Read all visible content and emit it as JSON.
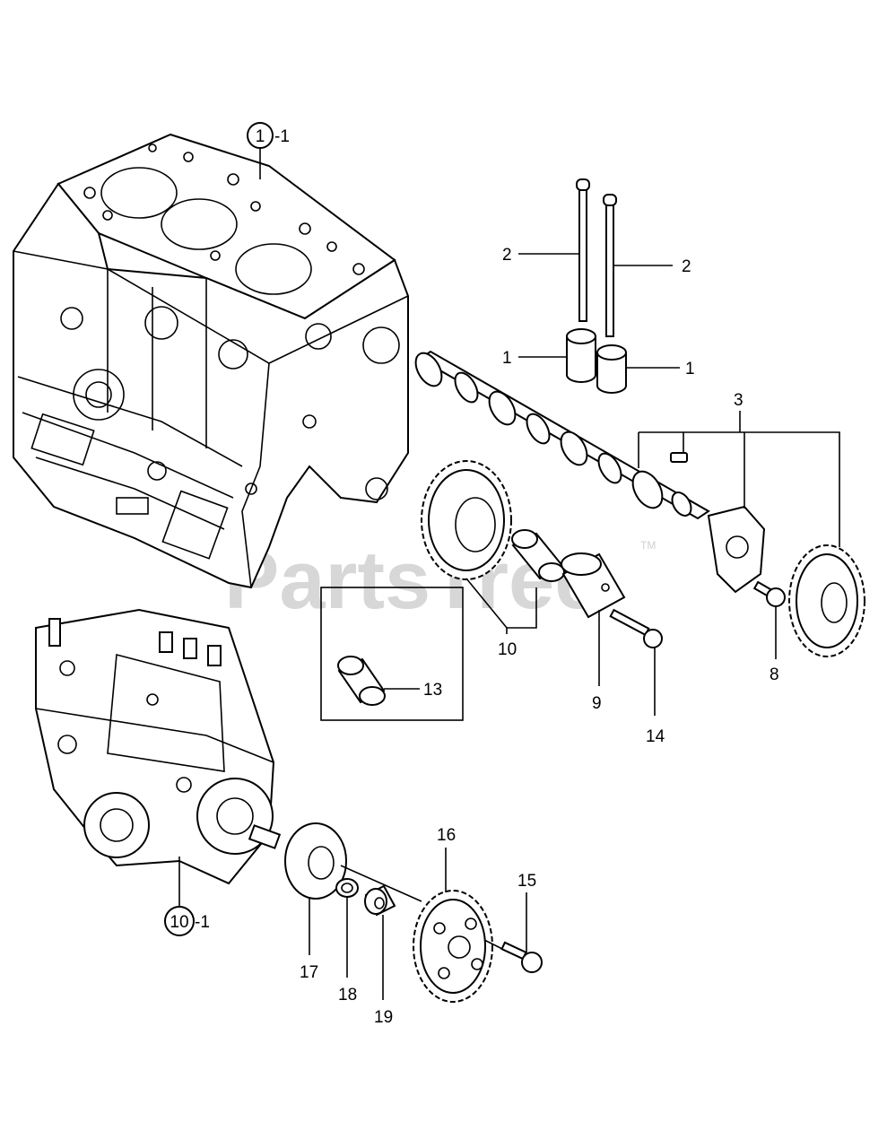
{
  "watermark": {
    "text": "PartsTree",
    "tm": "TM"
  },
  "ref_callouts": [
    {
      "id": "block",
      "circled": "1",
      "suffix": "-1"
    },
    {
      "id": "pump",
      "circled": "10",
      "suffix": "-1"
    }
  ],
  "callouts": {
    "c1a": "1",
    "c1b": "1",
    "c2a": "2",
    "c2b": "2",
    "c3": "3",
    "c8": "8",
    "c9": "9",
    "c10": "10",
    "c13": "13",
    "c14": "14",
    "c15": "15",
    "c16": "16",
    "c17": "17",
    "c18": "18",
    "c19": "19"
  }
}
